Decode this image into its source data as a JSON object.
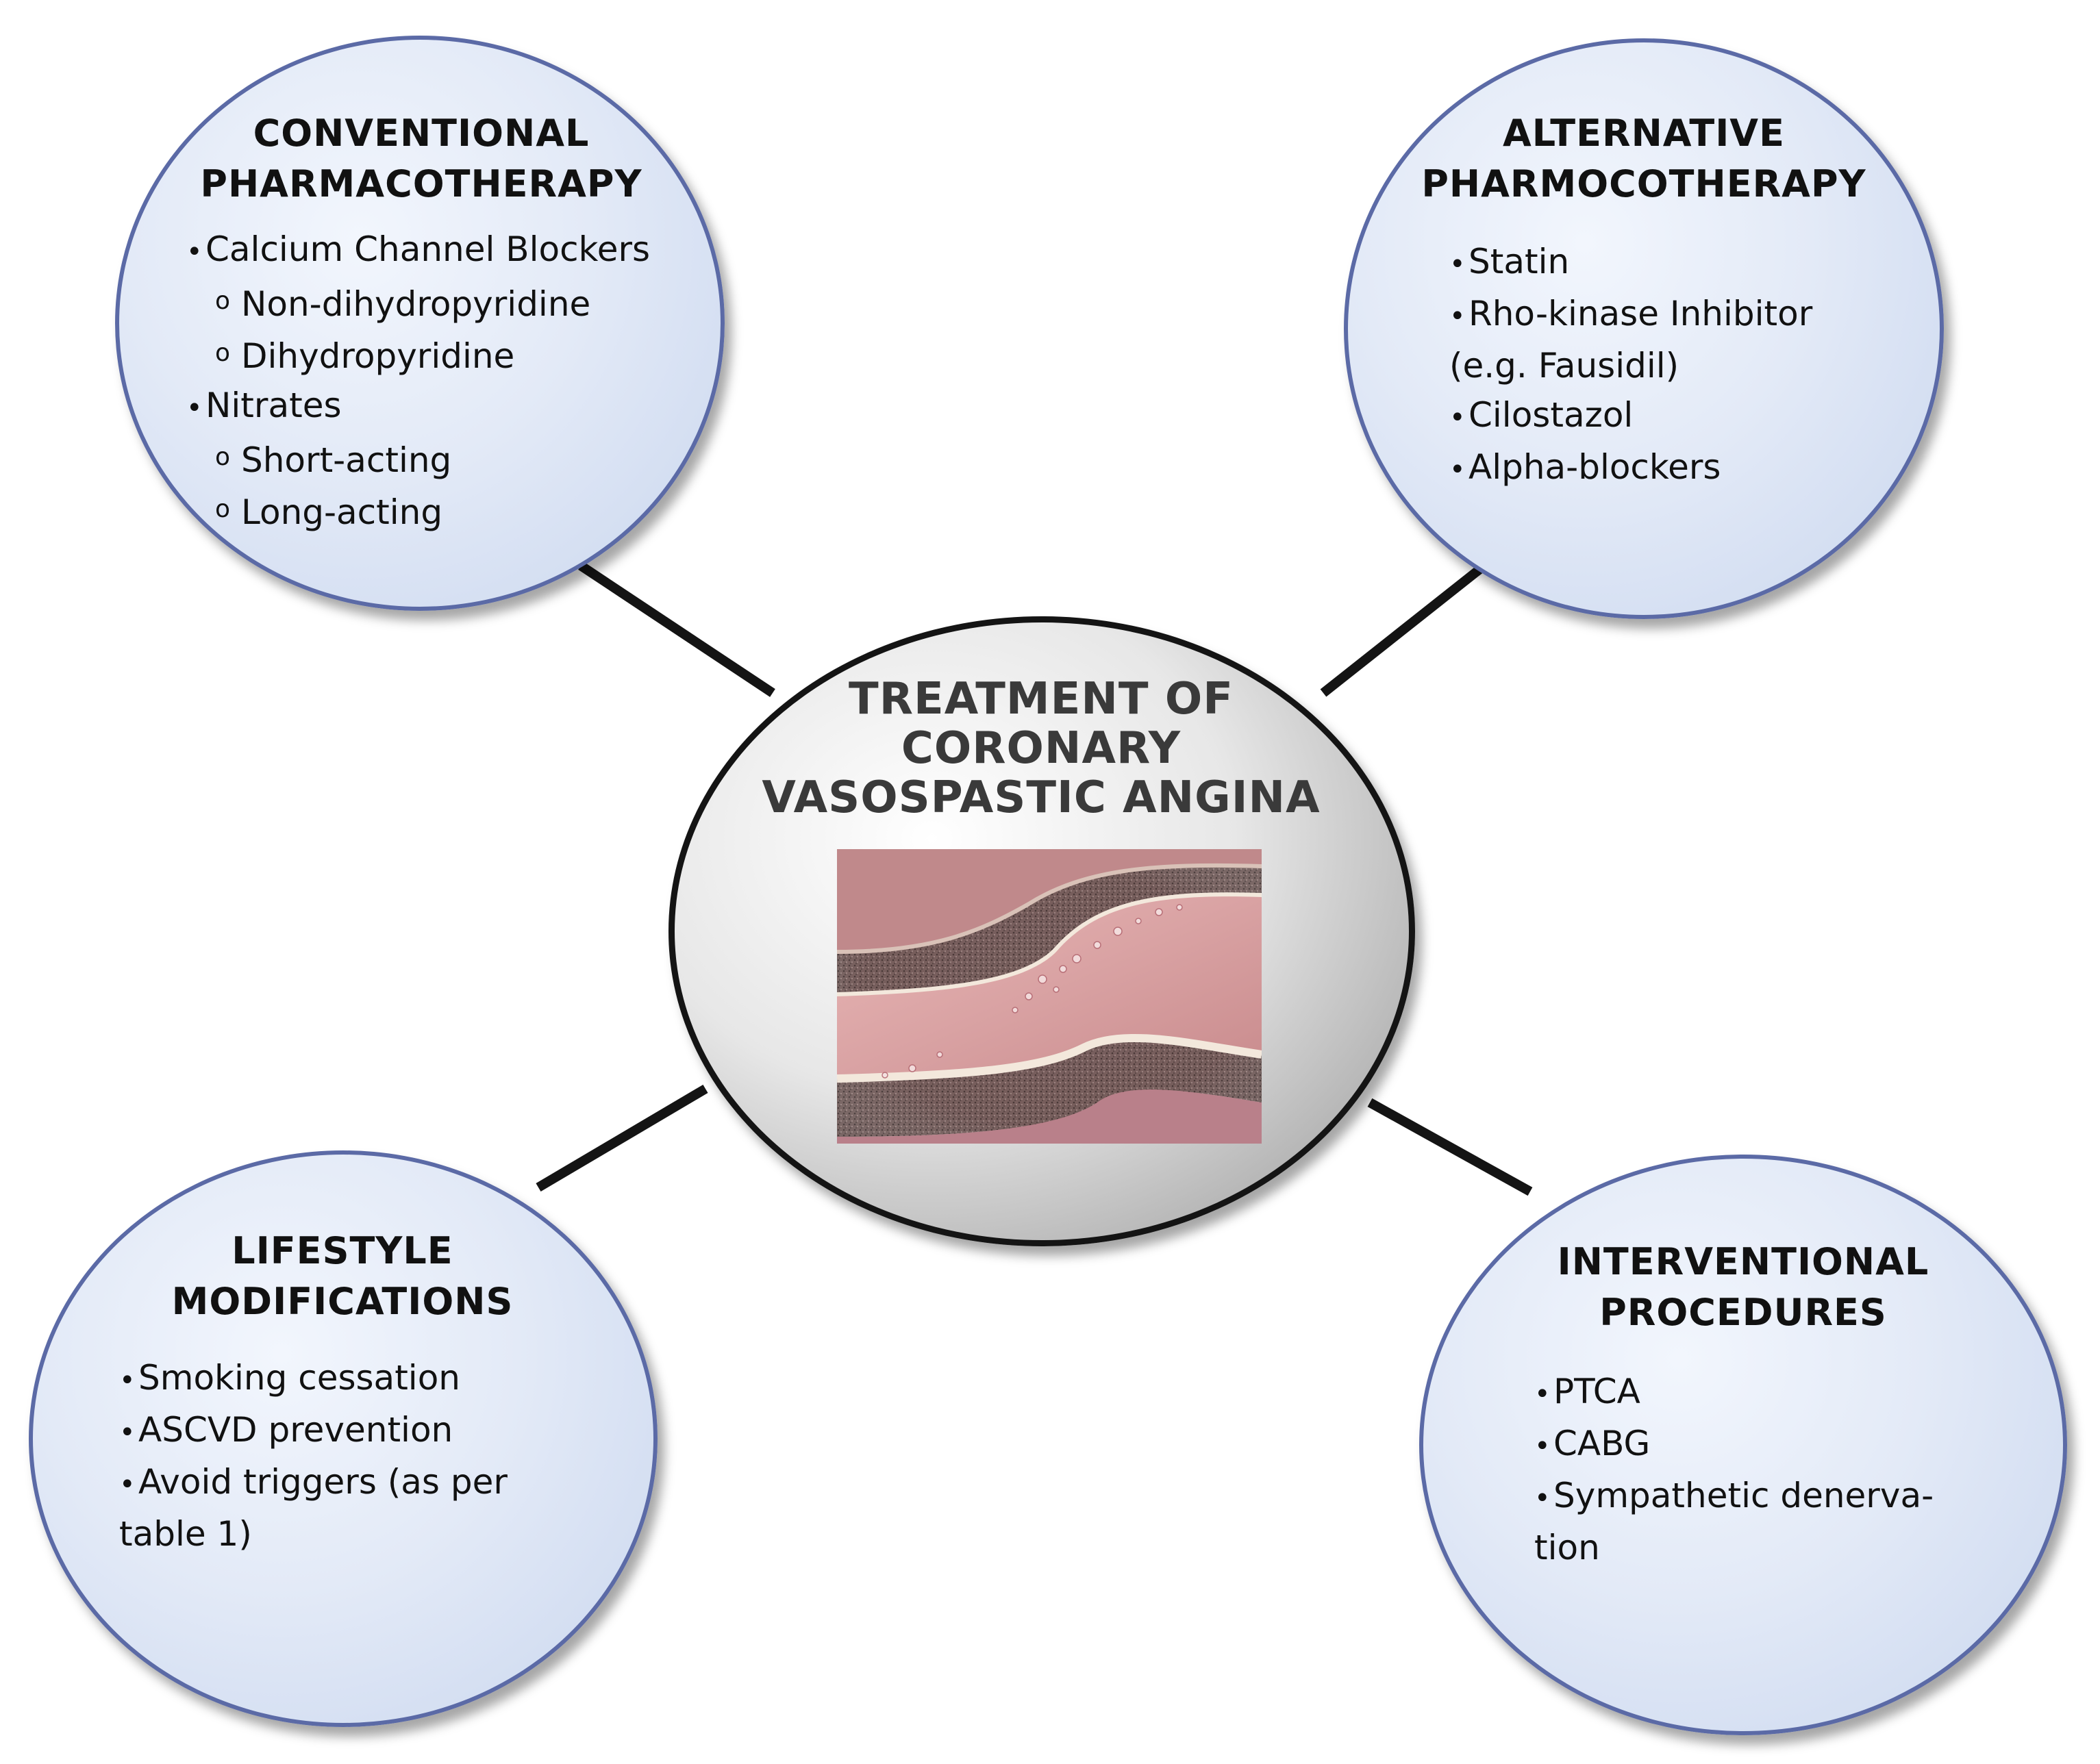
{
  "center": {
    "title_lines": [
      "TREATMENT OF",
      "CORONARY",
      "VASOSPASTIC ANGINA"
    ],
    "image_icon": "coronary-artery-vasospasm-illustration"
  },
  "colors": {
    "bubble_border": "#5b6aa6",
    "bubble_fill": "#dde6f5",
    "center_border": "#141414",
    "connector": "#141414",
    "center_title": "#3a3a3a"
  },
  "bubbles": {
    "conventional": {
      "title_lines": [
        "CONVENTIONAL",
        "PHARMACOTHERAPY"
      ],
      "items": [
        {
          "text": "Calcium Channel Blockers"
        },
        {
          "text": "Non-dihydropyridine"
        },
        {
          "text": "Dihydropyridine"
        },
        {
          "text": "Nitrates"
        },
        {
          "text": "Short-acting"
        },
        {
          "text": "Long-acting"
        }
      ]
    },
    "alternative": {
      "title_lines": [
        "ALTERNATIVE",
        "PHARMOCOTHERAPY"
      ],
      "items": [
        {
          "text": "Statin"
        },
        {
          "text": "Rho-kinase Inhibitor"
        },
        {
          "text": "(e.g. Fausidil)"
        },
        {
          "text": "Cilostazol"
        },
        {
          "text": "Alpha-blockers"
        }
      ]
    },
    "lifestyle": {
      "title_lines": [
        "LIFESTYLE",
        "MODIFICATIONS"
      ],
      "items": [
        {
          "text": "Smoking cessation"
        },
        {
          "text": "ASCVD prevention"
        },
        {
          "text": "Avoid triggers (as per"
        },
        {
          "text": "table 1)"
        }
      ]
    },
    "interventional": {
      "title_lines": [
        "INTERVENTIONAL",
        "PROCEDURES"
      ],
      "items": [
        {
          "text": "PTCA"
        },
        {
          "text": "CABG"
        },
        {
          "text": "Sympathetic denerva-"
        },
        {
          "text": "tion"
        }
      ]
    }
  }
}
